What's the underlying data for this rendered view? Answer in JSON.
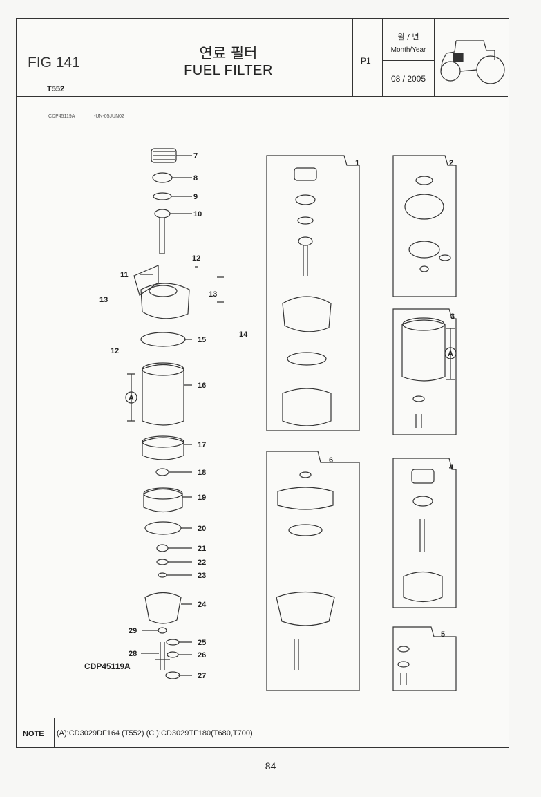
{
  "header": {
    "figure": "FIG 141",
    "model": "T552",
    "title_ko": "연료 필터",
    "title_en": "FUEL FILTER",
    "page": "P1",
    "date_label_ko": "월 / 년",
    "date_label_en": "Month/Year",
    "date": "08 / 2005"
  },
  "drawing": {
    "ref_code": "CDP45119A",
    "ref_date": "-UN-05JUN02",
    "caption": "CDP45119A",
    "dimension_label": "A",
    "callouts": [
      "1",
      "2",
      "3",
      "4",
      "5",
      "6",
      "7",
      "8",
      "9",
      "10",
      "11",
      "12",
      "13",
      "14",
      "15",
      "16",
      "17",
      "18",
      "19",
      "20",
      "21",
      "22",
      "23",
      "24",
      "25",
      "26",
      "27",
      "28",
      "29"
    ]
  },
  "note": {
    "label": "NOTE",
    "text": "(A):CD3029DF164 (T552)  (C ):CD3029TF180(T680,T700)"
  },
  "page_number": "84"
}
